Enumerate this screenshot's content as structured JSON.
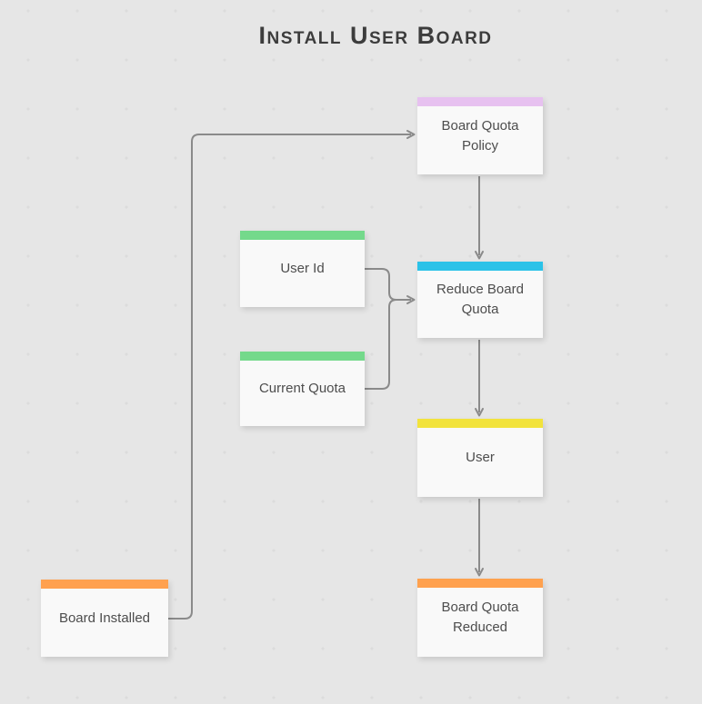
{
  "title": "Install User Board",
  "canvas": {
    "background_color": "#e6e6e6",
    "dot_color": "#dcdcdc",
    "connector_color": "#8a8a8a",
    "text_color": "#4d4d4d"
  },
  "nodes": [
    {
      "id": "board-quota-policy",
      "label": "Board Quota Policy",
      "accent": "#e7c1f0"
    },
    {
      "id": "user-id",
      "label": "User Id",
      "accent": "#74d98b"
    },
    {
      "id": "current-quota",
      "label": "Current Quota",
      "accent": "#74d98b"
    },
    {
      "id": "reduce-board-quota",
      "label": "Reduce Board Quota",
      "accent": "#2bc2e8"
    },
    {
      "id": "user",
      "label": "User",
      "accent": "#f2e33c"
    },
    {
      "id": "board-quota-reduced",
      "label": "Board Quota Reduced",
      "accent": "#ffa14e"
    },
    {
      "id": "board-installed",
      "label": "Board Installed",
      "accent": "#ffa14e"
    }
  ],
  "edges": [
    {
      "from": "board-installed",
      "to": "board-quota-policy"
    },
    {
      "from": "board-quota-policy",
      "to": "reduce-board-quota"
    },
    {
      "from": "user-id",
      "to": "reduce-board-quota"
    },
    {
      "from": "current-quota",
      "to": "reduce-board-quota"
    },
    {
      "from": "reduce-board-quota",
      "to": "user"
    },
    {
      "from": "user",
      "to": "board-quota-reduced"
    }
  ]
}
